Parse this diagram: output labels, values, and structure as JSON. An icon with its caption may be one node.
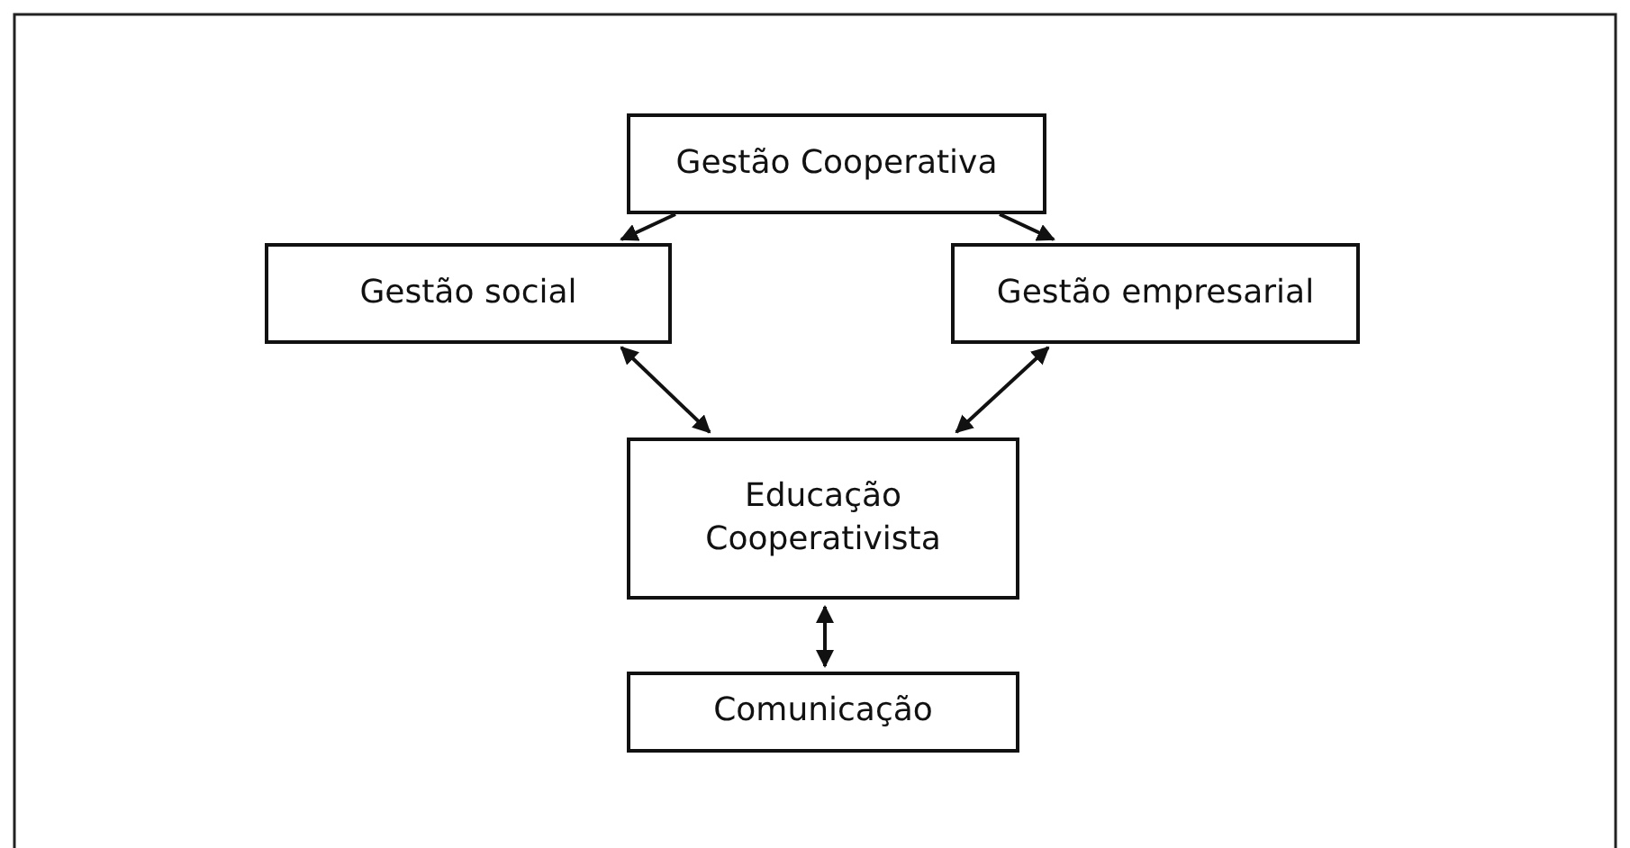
{
  "diagram": {
    "nodes": [
      {
        "text": [
          "Gestão Cooperativa"
        ]
      },
      {
        "text": [
          "Gestão social"
        ]
      },
      {
        "text": [
          "Gestão empresarial"
        ]
      },
      {
        "text": [
          "Educação Cooperativista"
        ]
      },
      {
        "text": [
          "Comunicação"
        ]
      }
    ],
    "edges": [
      {
        "from": 0,
        "to": 1,
        "arrow": "to"
      },
      {
        "from": 0,
        "to": 2,
        "arrow": "to"
      },
      {
        "from": 1,
        "to": 3,
        "arrow": "both"
      },
      {
        "from": 2,
        "to": 3,
        "arrow": "both"
      },
      {
        "from": 3,
        "to": 4,
        "arrow": "both"
      }
    ]
  }
}
